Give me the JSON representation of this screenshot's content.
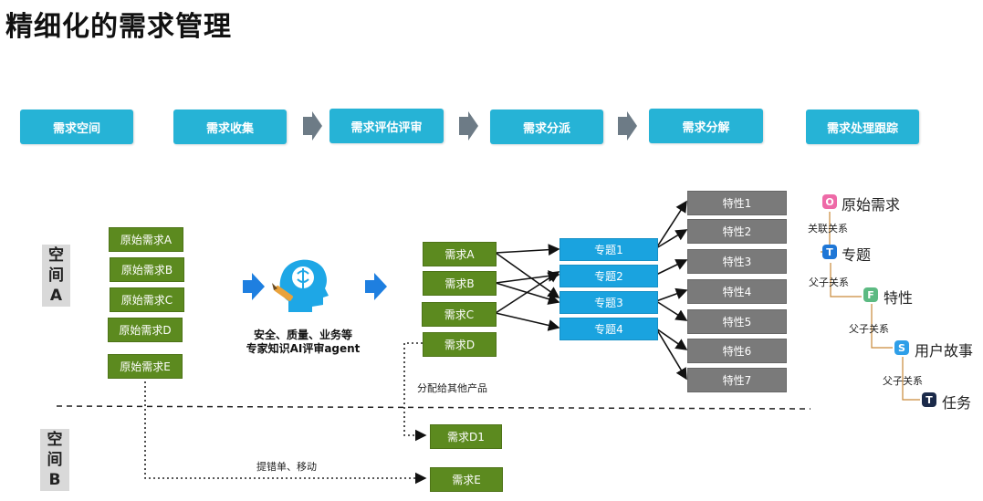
{
  "title": "精细化的需求管理",
  "process": [
    "需求空间",
    "需求收集",
    "需求评估评审",
    "需求分派",
    "需求分解",
    "需求处理跟踪"
  ],
  "spaces": {
    "a": [
      "空",
      "间",
      "A"
    ],
    "b": [
      "空",
      "间",
      "B"
    ]
  },
  "raw_requirements": [
    "原始需求A",
    "原始需求B",
    "原始需求C",
    "原始需求D",
    "原始需求E"
  ],
  "agent": {
    "line1": "安全、质量、业务等",
    "line2": "专家知识AI评审agent"
  },
  "requirements": [
    "需求A",
    "需求B",
    "需求C",
    "需求D"
  ],
  "topics": [
    "专题1",
    "专题2",
    "专题3",
    "专题4"
  ],
  "features": [
    "特性1",
    "特性2",
    "特性3",
    "特性4",
    "特性5",
    "特性6",
    "特性7"
  ],
  "space_b_items": [
    "需求D1",
    "需求E"
  ],
  "labels": {
    "assign_other": "分配给其他产品",
    "ticket_move": "提错单、移动"
  },
  "legend": {
    "items": [
      {
        "badge": "O",
        "text": "原始需求",
        "color": "#ee6aa7"
      },
      {
        "badge": "T",
        "text": "专题",
        "color": "#1f77d6"
      },
      {
        "badge": "F",
        "text": "特性",
        "color": "#5cba82"
      },
      {
        "badge": "S",
        "text": "用户故事",
        "color": "#2f9fe8"
      },
      {
        "badge": "T",
        "text": "任务",
        "color": "#1b2a4a"
      }
    ],
    "relations": [
      "关联关系",
      "父子关系",
      "父子关系",
      "父子关系"
    ]
  },
  "colors": {
    "process": "#26b3d6",
    "raw": "#5c8a1f",
    "topic": "#1aa3df",
    "feature": "#7a7a7a",
    "arrow": "#1e7fe0"
  }
}
